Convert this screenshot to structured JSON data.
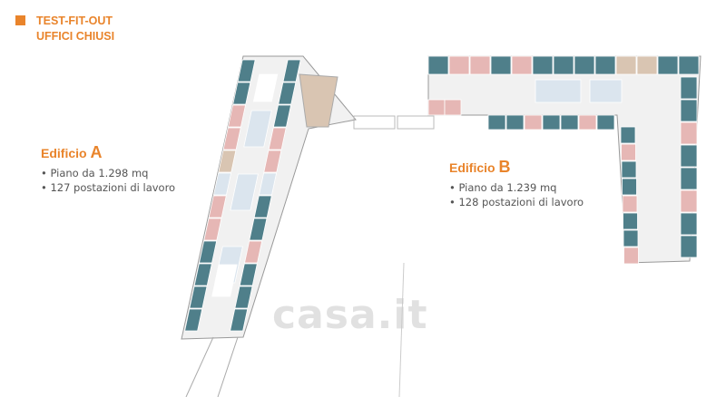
{
  "header": {
    "line1": "TEST-FIT-OUT",
    "line2": "UFFICI CHIUSI"
  },
  "buildings": [
    {
      "label": "Edificio",
      "letter": "A",
      "bullets": [
        "Piano da 1.298 mq",
        "127 postazioni di lavoro"
      ]
    },
    {
      "label": "Edificio",
      "letter": "B",
      "bullets": [
        "Piano da 1.239 mq",
        "128 postazioni di lavoro"
      ]
    }
  ],
  "watermark": "casa.it",
  "colors": {
    "accent": "#e9842b",
    "office": "#4f7f8a",
    "meeting": "#e6b7b5",
    "service": "#d9c5b2",
    "open": "#dbe5ee"
  }
}
